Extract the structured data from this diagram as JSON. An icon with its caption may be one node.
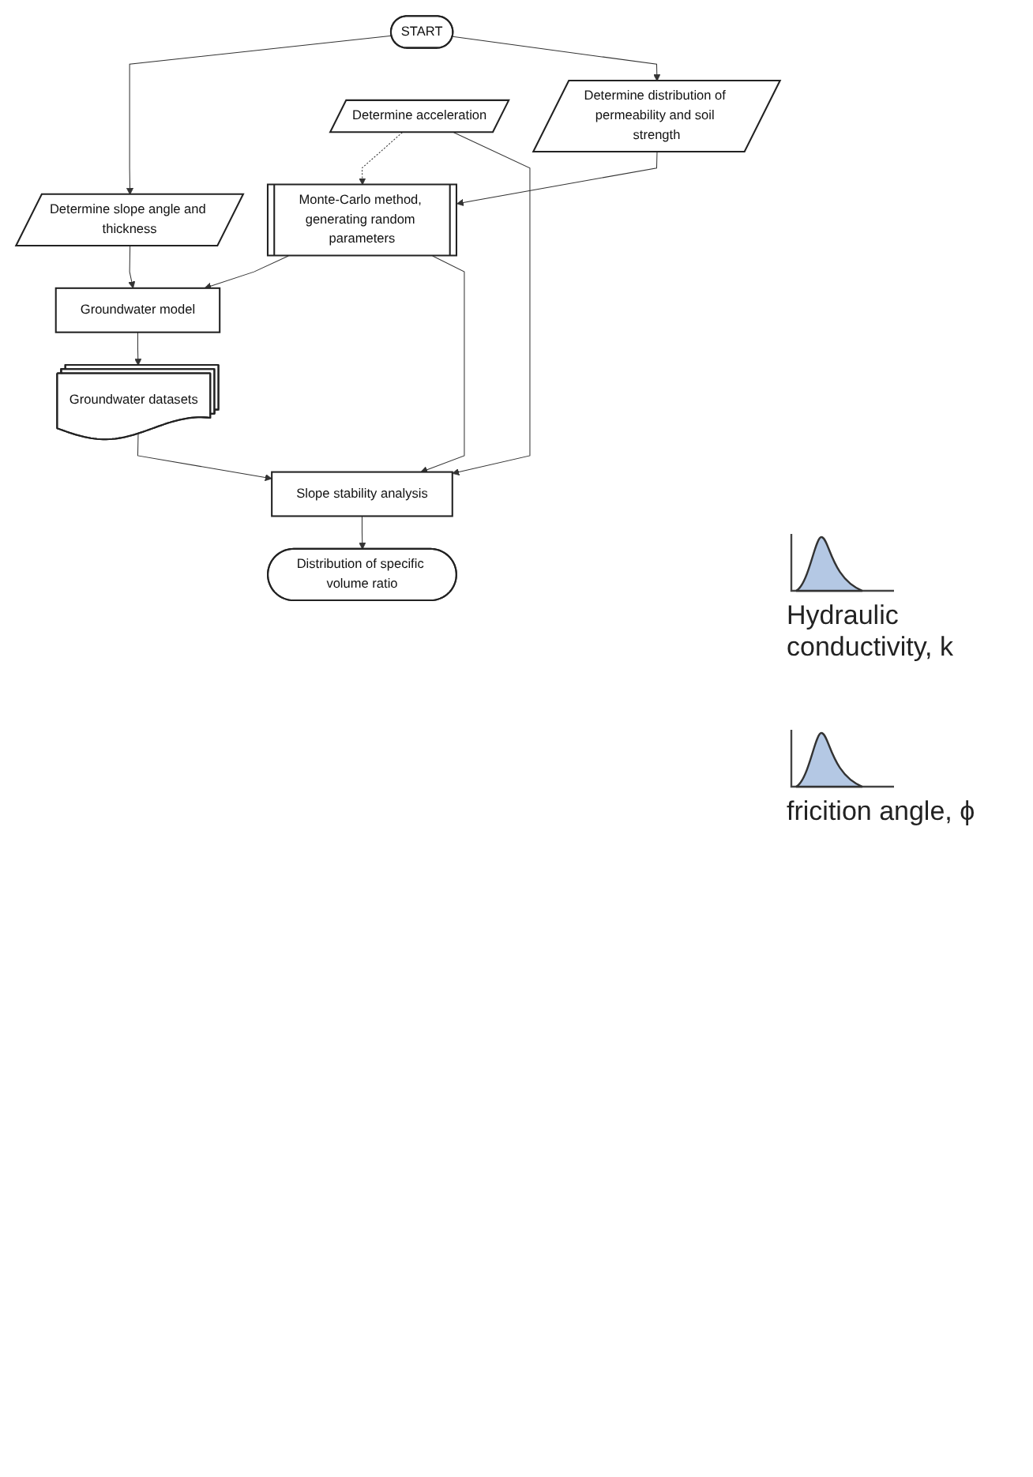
{
  "diagram": {
    "nodes": [
      {
        "text": [
          "START"
        ]
      },
      {
        "text": [
          "Determine slope angle and thickness"
        ]
      },
      {
        "text": [
          "Determine distribution of permeability and soil strength"
        ]
      },
      {
        "text": [
          "Determine acceleration"
        ]
      },
      {
        "text": [
          "Monte-Carlo method, generating random parameters"
        ]
      },
      {
        "text": [
          "Groundwater model"
        ]
      },
      {
        "text": [
          "Groundwater datasets"
        ]
      },
      {
        "text": [
          "Slope stability analysis"
        ]
      },
      {
        "text": [
          "Distribution of specific volume ratio"
        ]
      }
    ],
    "edges": [
      {
        "from": 0,
        "to": 1,
        "arrow": "to"
      },
      {
        "from": 0,
        "to": 2,
        "arrow": "to"
      },
      {
        "from": 2,
        "to": 4,
        "arrow": "to"
      },
      {
        "from": 3,
        "to": 4,
        "arrow": "to",
        "style": "dashed"
      },
      {
        "from": 1,
        "to": 5,
        "arrow": "to"
      },
      {
        "from": 4,
        "to": 5,
        "arrow": "to"
      },
      {
        "from": 5,
        "to": 6,
        "arrow": "to"
      },
      {
        "from": 3,
        "to": 7,
        "arrow": "to"
      },
      {
        "from": 6,
        "to": 7,
        "arrow": "to"
      },
      {
        "from": 4,
        "to": 7,
        "arrow": "to"
      },
      {
        "from": 7,
        "to": 8,
        "arrow": "to"
      }
    ],
    "labels": [
      "Hydraulic conductivity, k",
      "fricition angle, ϕ"
    ]
  }
}
